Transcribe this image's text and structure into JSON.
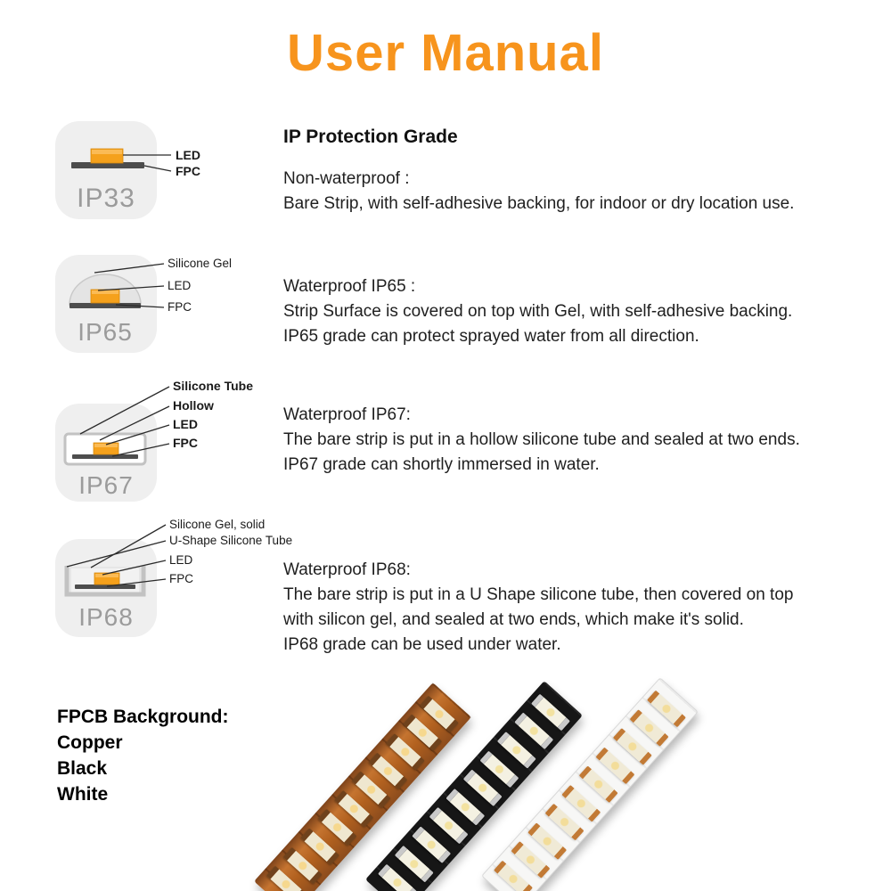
{
  "title": "User Manual",
  "sections": [
    {
      "badge": "IP33",
      "labels": [
        "LED",
        "FPC"
      ],
      "heading": "IP Protection Grade",
      "subtitle": "Non-waterproof :",
      "lines": [
        "Bare Strip, with self-adhesive backing, for indoor or dry location use."
      ]
    },
    {
      "badge": "IP65",
      "labels": [
        "Silicone Gel",
        "LED",
        "FPC"
      ],
      "subtitle": "Waterproof IP65 :",
      "lines": [
        "Strip Surface is covered on top with Gel, with self-adhesive backing.",
        "IP65 grade can protect sprayed water from all direction."
      ]
    },
    {
      "badge": "IP67",
      "labels": [
        "Silicone Tube",
        "Hollow",
        "LED",
        "FPC"
      ],
      "subtitle": "Waterproof IP67:",
      "lines": [
        "The bare strip is put in a hollow silicone tube and sealed at two ends.",
        "IP67 grade can shortly immersed in water."
      ]
    },
    {
      "badge": "IP68",
      "labels": [
        "Silicone Gel, solid",
        "U-Shape Silicone Tube",
        "LED",
        "FPC"
      ],
      "subtitle": "Waterproof IP68:",
      "lines": [
        "The bare strip is put in a U Shape silicone tube, then covered on top",
        "with silicon gel, and sealed at two ends, which make it's solid.",
        "IP68 grade can be used under water."
      ]
    }
  ],
  "fpcb": {
    "heading": "FPCB Background:",
    "options": [
      "Copper",
      "Black",
      "White"
    ]
  },
  "colors": {
    "title": "#F7941D",
    "led": "#F5A11C",
    "fpc": "#4D4D4D",
    "badge_text": "#9B9B9B",
    "icon_bg": "#EFEFEF",
    "strip_copper": "#B4632A",
    "strip_black": "#181818",
    "strip_white": "#F8F8F8"
  }
}
